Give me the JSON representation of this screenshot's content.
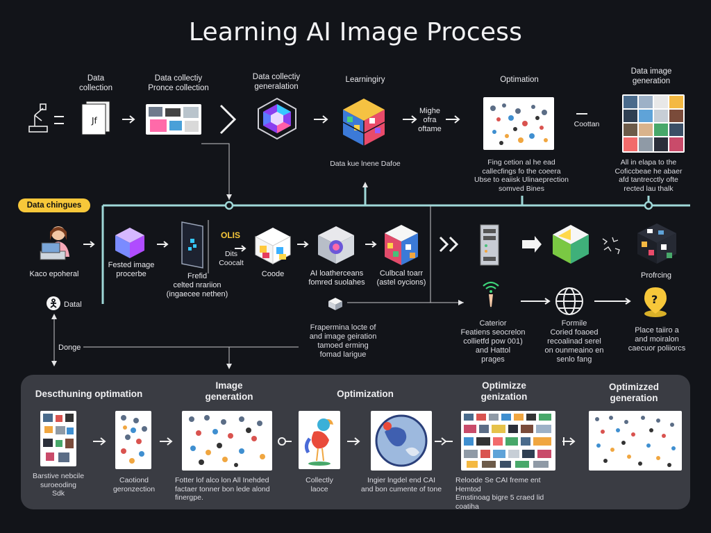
{
  "title": "Learning AI Image Process",
  "badge": "Data chingues",
  "top_row": {
    "labels": {
      "data_collection": "Data\ncollection",
      "data_collectiy": "Data collectiy\nPronce collection",
      "data_generation": "Data collectiy\ngeneralation",
      "learning": "Learningiry",
      "mighe": "Mighe\nofra\noftame",
      "optimation": "Optimation",
      "coottan": "Coottan",
      "data_image_generation": "Data image\ngeneration"
    },
    "notes": {
      "data_kue": "Data kue lnene Dafoe",
      "fing": "Fing cetion al he ead\ncallecfings fo the coeera\nUbse to eaiisk Ulinaeprection\nsomved Bines",
      "ai_in": "All in elapa to the\nCoficcbeae he abaer\nafd tantrecctly ofte\nrected lau thalk"
    }
  },
  "mid_row": {
    "labels": {
      "kaco": "Kaco epoheral",
      "fested": "Fested image\nprocerbe",
      "frefid": "Frefid\ncelted nrariion\n(ingaecee nethen)",
      "olis": "OLIS",
      "dits": "Dits\nCoocalt",
      "coode": "Coode",
      "ai_loather": "AI loatherceans\nfomred suolahes",
      "culbical": "Culbcal toarr\n(astel oycions)",
      "profrcing": "Profrcing",
      "datal": "Datal"
    }
  },
  "low_row": {
    "labels": {
      "donge": "Donge",
      "frapermina": "Frapermina locte of\nand image geiration\ntamoed erming\nfomad larigue",
      "caterior": "Caterior\nFeatiens seocrelon\ncollietfd pow 001)\nand Hattol\nprages",
      "formile": "Formile\nCoried foaoed\nrecoalinad serel\non ounmeaino en\nsenlo fang",
      "place": "Place taiiro a\nand moiralon\ncaecuor poliiorcs"
    }
  },
  "panel": {
    "titles": {
      "describing": "Descthuning optimation",
      "image_gen": "Image\ngeneration",
      "optimization": "Optimization",
      "optimize_gen": "Optimizze\ngenization",
      "optimized_gen": "Optimizzed\ngeneration"
    },
    "captions": {
      "c1": "Barstive nebcile\nsuroeoding\nSdk",
      "c2": "Caotiond\ngeronzection",
      "c3": "Fotter lof alco lon All Inehded\nfactaer tonner bon lede alond\nfinergpe.",
      "c4": "Collectly\nlaoce",
      "c5": "Ingier lngdel end CAI\nand bon cumente of tone",
      "c6": "Reloode Se CAI freme ent Hemtod\nEmstinoag bigre 5 craed lid\ncoatiha"
    }
  },
  "colors": {
    "background": "#121419",
    "panel": "#3a3c43",
    "connector": "#9fd8d8",
    "badge": "#f7c73a"
  }
}
